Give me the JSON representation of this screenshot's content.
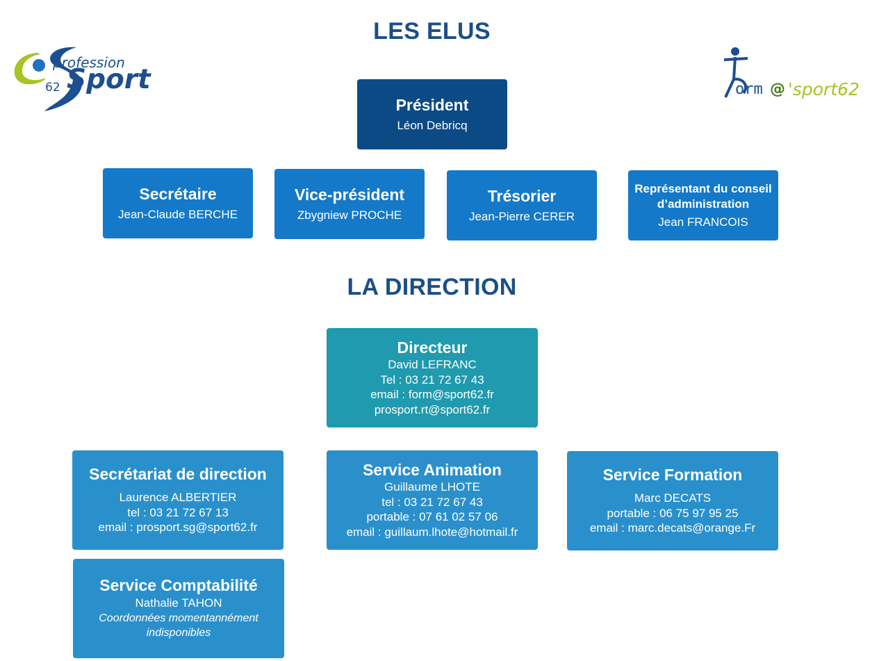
{
  "headings": {
    "elus": "LES ELUS",
    "direction": "LA DIRECTION"
  },
  "colors": {
    "heading": "#1a4f86",
    "president_box": "#0b4a85",
    "elus_box": "#1479c8",
    "director_box": "#1f9aae",
    "service_box": "#2a90cc",
    "logo_blue": "#1d4e8f",
    "logo_green": "#a6c423"
  },
  "logos": {
    "left": {
      "icon": "profession-sport-logo",
      "text_top": "profession",
      "number": "62",
      "text_main": "Sport"
    },
    "right": {
      "icon": "forma-sport-logo",
      "text_part1": "orm",
      "at_sign": "@",
      "text_part2": "'sport62"
    }
  },
  "elus": {
    "president": {
      "title": "Président",
      "name": "Léon Debricq"
    },
    "secretaire": {
      "title": "Secrétaire",
      "name": "Jean-Claude BERCHE"
    },
    "vice_president": {
      "title": "Vice-président",
      "name": "Zbygniew PROCHE"
    },
    "tresorier": {
      "title": "Trésorier",
      "name": "Jean-Pierre CERER"
    },
    "representant": {
      "title_line1": "Représentant du conseil",
      "title_line2": "d’administration",
      "name": "Jean FRANCOIS"
    }
  },
  "direction": {
    "directeur": {
      "title": "Directeur",
      "name": "David LEFRANC",
      "tel": "Tel : 03 21 72 67 43",
      "email": "email : form@sport62.fr",
      "email2": "prosport.rt@sport62.fr"
    },
    "secretariat": {
      "title": "Secrétariat de direction",
      "name": "Laurence ALBERTIER",
      "tel": "tel : 03 21 72 67 13",
      "email": "email : prosport.sg@sport62.fr"
    },
    "animation": {
      "title": "Service Animation",
      "name": "Guillaume LHOTE",
      "tel": "tel : 03 21 72 67 43",
      "portable": "portable : 07 61 02 57 06",
      "email": "email : guillaum.lhote@hotmail.fr"
    },
    "formation": {
      "title": "Service Formation",
      "name": "Marc DECATS",
      "portable": "portable : 06 75 97 95 25",
      "email": "email : marc.decats@orange.Fr"
    },
    "comptabilite": {
      "title": "Service Comptabilité",
      "name": "Nathalie TAHON",
      "note_line1": "Coordonnées momentannément",
      "note_line2": "indisponibles"
    }
  }
}
